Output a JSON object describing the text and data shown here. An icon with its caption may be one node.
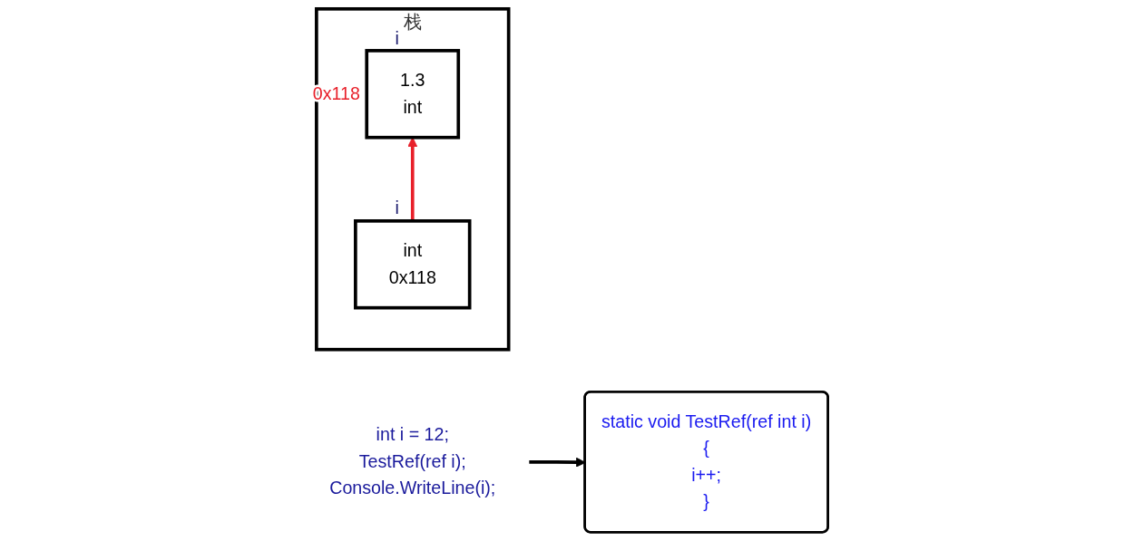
{
  "diagram": {
    "nodes": [
      {
        "text": [
          "栈"
        ]
      },
      {
        "text": [
          "1.3",
          "int"
        ],
        "beside": [
          "i",
          "0x118"
        ],
        "in": 0
      },
      {
        "text": [
          "int",
          "0x118"
        ],
        "beside": [
          "i"
        ],
        "in": 0
      },
      {
        "text": [
          "int i = 12;",
          "TestRef(ref i);",
          "Console.WriteLine(i);"
        ]
      },
      {
        "text": [
          "static void TestRef(ref int i)",
          "{",
          "i++;",
          "}"
        ]
      }
    ],
    "edges": [
      {
        "from": 2,
        "to": 1,
        "arrow": "to",
        "color": "#e8202a"
      },
      {
        "from": 3,
        "to": 4,
        "arrow": "to",
        "color": "#000000"
      }
    ]
  }
}
